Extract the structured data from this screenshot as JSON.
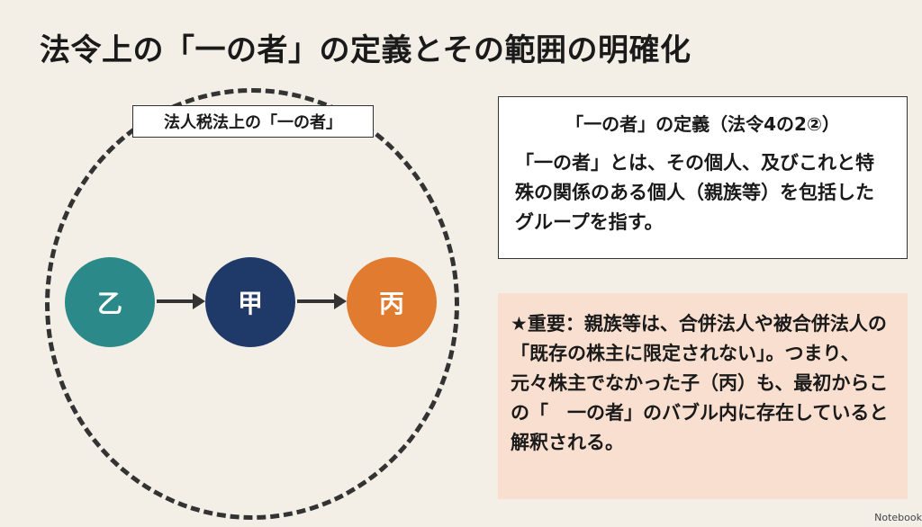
{
  "title": "法令上の「一の者」の定義とその範囲の明確化",
  "diagram": {
    "bubble_label": "法人税法上の「一の者」",
    "nodes": [
      {
        "label": "乙",
        "color": "#2b8a89"
      },
      {
        "label": "甲",
        "color": "#1f3a68"
      },
      {
        "label": "丙",
        "color": "#e07b30"
      }
    ]
  },
  "definition": {
    "heading": "「一の者」の定義（法令4の2②）",
    "body": "「一の者」とは、その個人、及びこれと特殊の関係のある個人（親族等）を包括したグループを指す。"
  },
  "note": {
    "body": "★重要：親族等は、合併法人や被合併法人の「既存の株主に限定されない」。つまり、元々株主でなかった子（丙）も、最初からこの「　一の者」のバブル内に存在していると解釈される。"
  },
  "watermark": "Notebook"
}
